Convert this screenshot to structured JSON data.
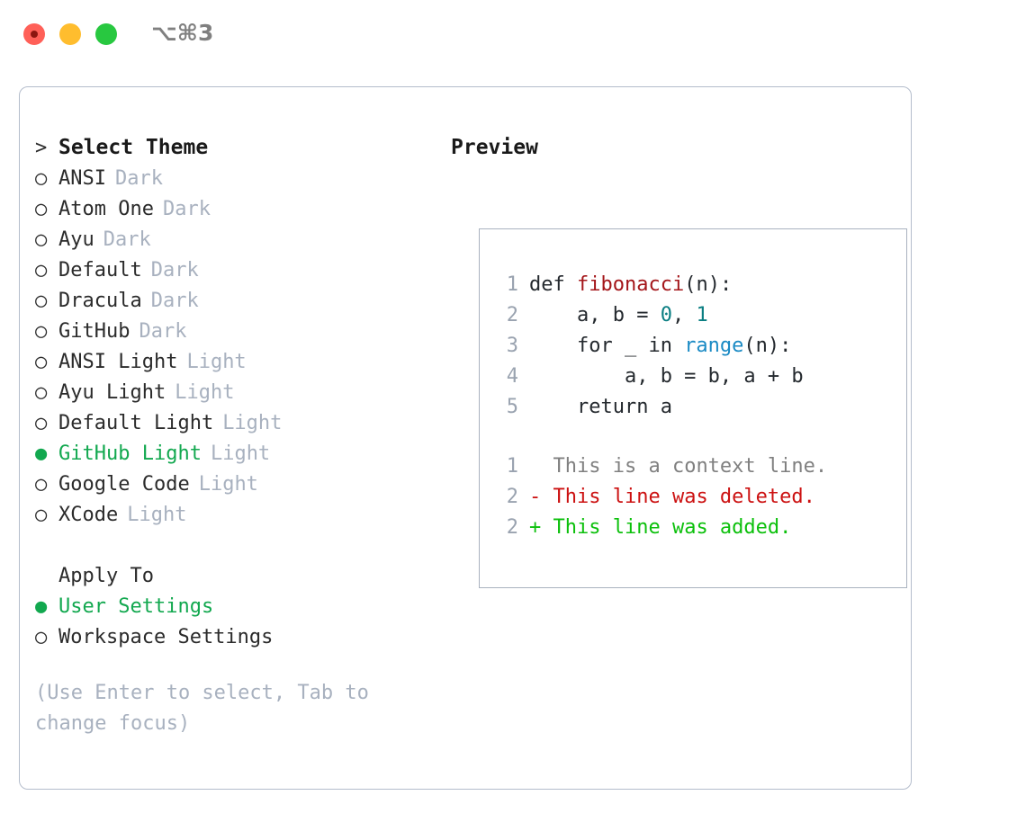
{
  "titlebar": {
    "shortcut": "⌥⌘3",
    "buttons": [
      {
        "name": "close",
        "color": "#ff6058"
      },
      {
        "name": "minimize",
        "color": "#ffbd2e"
      },
      {
        "name": "maximize",
        "color": "#28c840"
      }
    ]
  },
  "colors": {
    "selected_green": "#12a84f",
    "muted_grey": "#a8b1bf",
    "panel_border": "#b4bdcc",
    "preview_border": "#a9b2bf",
    "syntax_function": "#a4161a",
    "syntax_number": "#0a7e82",
    "syntax_builtin": "#1a8ac4",
    "diff_deleted": "#cc1111",
    "diff_added": "#0cc00c",
    "diff_context": "#808080",
    "line_number": "#9aa3b0"
  },
  "theme_selector": {
    "title": "Select Theme",
    "prompt_marker": ">",
    "marker_unselected": "○",
    "marker_selected": "●",
    "items": [
      {
        "label": "ANSI",
        "variant": "Dark",
        "selected": false
      },
      {
        "label": "Atom One",
        "variant": "Dark",
        "selected": false
      },
      {
        "label": "Ayu",
        "variant": "Dark",
        "selected": false
      },
      {
        "label": "Default",
        "variant": "Dark",
        "selected": false
      },
      {
        "label": "Dracula",
        "variant": "Dark",
        "selected": false
      },
      {
        "label": "GitHub",
        "variant": "Dark",
        "selected": false
      },
      {
        "label": "ANSI Light",
        "variant": "Light",
        "selected": false
      },
      {
        "label": "Ayu Light",
        "variant": "Light",
        "selected": false
      },
      {
        "label": "Default Light",
        "variant": "Light",
        "selected": false
      },
      {
        "label": "GitHub Light",
        "variant": "Light",
        "selected": true
      },
      {
        "label": "Google Code",
        "variant": "Light",
        "selected": false
      },
      {
        "label": "XCode",
        "variant": "Light",
        "selected": false
      }
    ]
  },
  "apply_to": {
    "title": "Apply To",
    "items": [
      {
        "label": "User Settings",
        "selected": true
      },
      {
        "label": "Workspace Settings",
        "selected": false
      }
    ]
  },
  "hint": "(Use Enter to select, Tab to change focus)",
  "preview": {
    "title": "Preview",
    "code_lines": [
      {
        "no": "1",
        "tokens": [
          {
            "t": "def ",
            "c": "plain"
          },
          {
            "t": "fibonacci",
            "c": "func"
          },
          {
            "t": "(n):",
            "c": "plain"
          }
        ]
      },
      {
        "no": "2",
        "tokens": [
          {
            "t": "    a, b = ",
            "c": "plain"
          },
          {
            "t": "0",
            "c": "num"
          },
          {
            "t": ", ",
            "c": "plain"
          },
          {
            "t": "1",
            "c": "num"
          }
        ]
      },
      {
        "no": "3",
        "tokens": [
          {
            "t": "    for _ in ",
            "c": "plain"
          },
          {
            "t": "range",
            "c": "builtin"
          },
          {
            "t": "(n):",
            "c": "plain"
          }
        ]
      },
      {
        "no": "4",
        "tokens": [
          {
            "t": "        a, b = b, a + b",
            "c": "plain"
          }
        ]
      },
      {
        "no": "5",
        "tokens": [
          {
            "t": "    return a",
            "c": "plain"
          }
        ]
      }
    ],
    "diff_lines": [
      {
        "no": "1",
        "marker": "  ",
        "text": "This is a context line.",
        "kind": "ctx"
      },
      {
        "no": "2",
        "marker": "- ",
        "text": "This line was deleted.",
        "kind": "del"
      },
      {
        "no": "2",
        "marker": "+ ",
        "text": "This line was added.",
        "kind": "add"
      }
    ]
  }
}
